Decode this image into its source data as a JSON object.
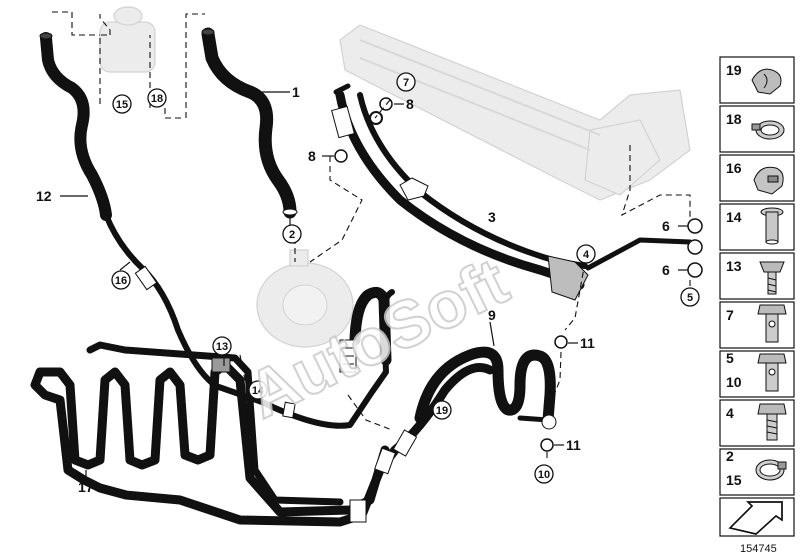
{
  "watermark": "AutoSoft",
  "image_ref": "154745",
  "callouts": {
    "c1": "1",
    "c2": "2",
    "c3": "3",
    "c4": "4",
    "c5": "5",
    "c6a": "6",
    "c6b": "6",
    "c7": "7",
    "c8a": "8",
    "c8b": "8",
    "c9": "9",
    "c10": "10",
    "c11a": "11",
    "c11b": "11",
    "c12": "12",
    "c13": "13",
    "c14": "14",
    "c15": "15",
    "c16": "16",
    "c17": "17",
    "c18": "18",
    "c19": "19"
  },
  "legend": {
    "l19": "19",
    "l18": "18",
    "l16": "16",
    "l14": "14",
    "l13": "13",
    "l7": "7",
    "l5": "5",
    "l10": "10",
    "l4": "4",
    "l2": "2",
    "l15": "15"
  },
  "colors": {
    "hose": "#1c1c1c",
    "ghost": "#e6e6e6",
    "ink": "#111111"
  }
}
